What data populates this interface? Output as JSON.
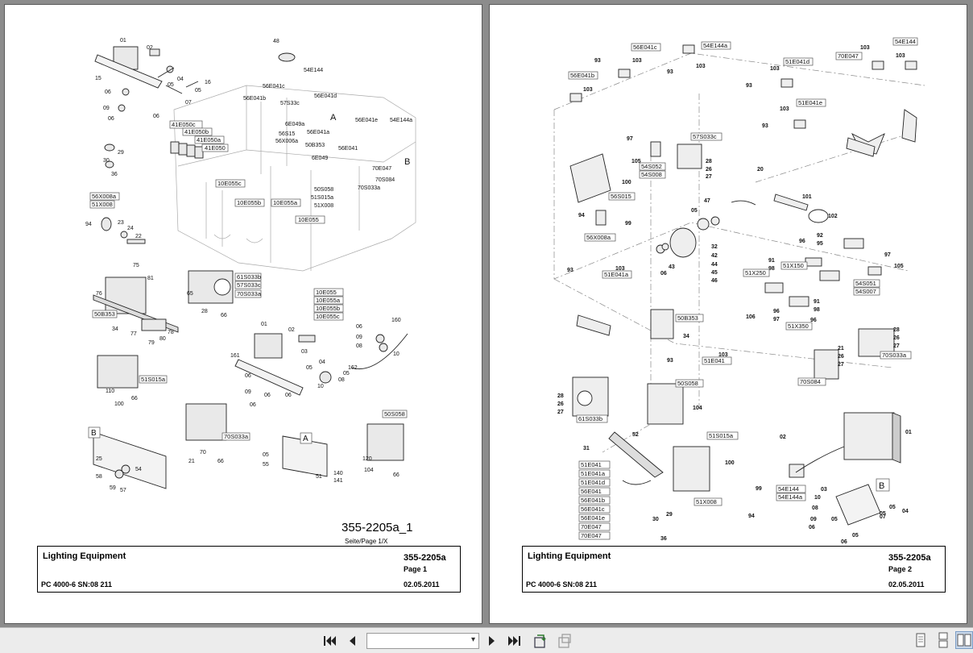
{
  "pages": [
    {
      "title": "Lighting Equipment",
      "model": "PC 4000-6 SN:08 211",
      "doc_number": "355-2205a",
      "page_label": "Page 1",
      "date": "02.05.2011",
      "drawing_number": "355-2205a_1",
      "page_of": "Seite/Page 1/X",
      "box_labels": [
        "41E050c",
        "41E050b",
        "41E050a",
        "41E050",
        "56X008a",
        "51X008",
        "10E055c",
        "10E055b",
        "10E055a",
        "10E055",
        "61S033b",
        "57S033c",
        "70S033a",
        "50B353",
        "51S015a",
        "70S033a",
        "50S058",
        "10E055",
        "10E055a",
        "10E055b",
        "10E055c",
        "B",
        "A"
      ],
      "callouts": [
        "01",
        "02",
        "03",
        "04",
        "05",
        "06",
        "07",
        "09",
        "15",
        "16",
        "21",
        "22",
        "23",
        "24",
        "25",
        "28",
        "29",
        "30",
        "34",
        "36",
        "48",
        "54",
        "55",
        "57",
        "58",
        "59",
        "65",
        "66",
        "70",
        "75",
        "76",
        "77",
        "78",
        "79",
        "80",
        "81",
        "94",
        "100",
        "104",
        "110",
        "120",
        "140",
        "141",
        "160",
        "161",
        "162",
        "08",
        "10",
        "51",
        "54E144",
        "56E041c",
        "56E041b",
        "56E041d",
        "57S33c",
        "6E049a",
        "56S15",
        "56X006a",
        "56E041a",
        "50B353",
        "56E041e",
        "54E144a",
        "56E041",
        "6E049",
        "70E047",
        "70S084",
        "70S033a",
        "50S058",
        "51S015a",
        "51X008",
        "A",
        "B"
      ]
    },
    {
      "title": "Lighting Equipment",
      "model": "PC 4000-6 SN:08 211",
      "doc_number": "355-2205a",
      "page_label": "Page 2",
      "date": "02.05.2011",
      "box_labels": [
        "56E041c",
        "54E144a",
        "54E144",
        "70E047",
        "56E041b",
        "51E041d",
        "51E041e",
        "57S033c",
        "54S052",
        "54S008",
        "56S015",
        "56X008a",
        "51E041a",
        "51X150",
        "51X250",
        "54S051",
        "54S007",
        "50B353",
        "51X350",
        "51E041",
        "70S033a",
        "70S084",
        "50S058",
        "61S033b",
        "51S015a",
        "51X008",
        "54E144",
        "54E144a",
        "51E041",
        "51E041a",
        "51E041d",
        "56E041",
        "56E041b",
        "56E041c",
        "56E041e",
        "70E047",
        "B"
      ],
      "callouts": [
        "93",
        "103",
        "105",
        "97",
        "99",
        "94",
        "100",
        "28",
        "26",
        "27",
        "20",
        "01",
        "02",
        "03",
        "04",
        "05",
        "06",
        "07",
        "08",
        "09",
        "10",
        "21",
        "29",
        "30",
        "31",
        "32",
        "34",
        "36",
        "42",
        "43",
        "44",
        "45",
        "46",
        "47",
        "52",
        "91",
        "92",
        "95",
        "96",
        "98",
        "101",
        "102",
        "104",
        "106"
      ]
    }
  ],
  "toolbar": {
    "first_page": "first-page",
    "prev_page": "previous-page",
    "page_select_value": "",
    "next_page": "next-page",
    "last_page": "last-page",
    "colors": {
      "toolbar_bg": "#ececec",
      "viewer_bg": "#8c8c8c",
      "active_view": "#c9d8ea"
    }
  }
}
